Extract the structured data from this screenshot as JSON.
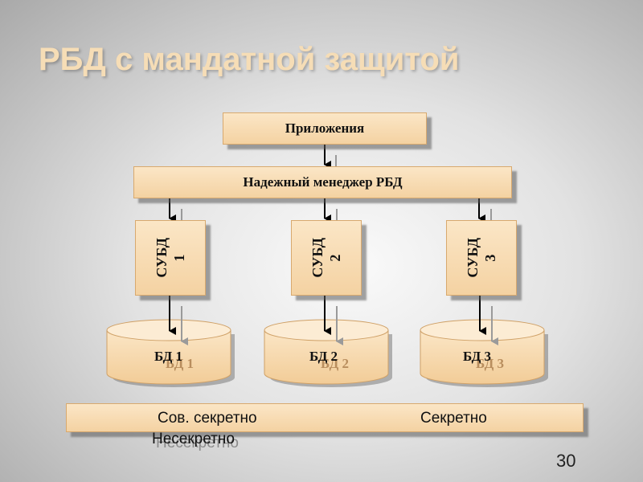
{
  "slide": {
    "title": "РБД с мандатной защитой",
    "page_number": "30"
  },
  "diagram": {
    "applications": "Приложения",
    "manager": "Надежный менеджер РБД",
    "dbms": [
      {
        "line1": "СУБД",
        "line2": "1"
      },
      {
        "line1": "СУБД",
        "line2": "2"
      },
      {
        "line1": "СУБД",
        "line2": "3"
      }
    ],
    "databases": [
      "БД 1",
      "БД 2",
      "БД 3"
    ],
    "levels": {
      "top_secret": "Сов. секретно",
      "secret": "Секретно",
      "unclassified": "Несекретно"
    }
  },
  "colors": {
    "box_fill": "#f4d2a2",
    "box_border": "#d8a96e",
    "title": "#f6ddb6",
    "arrow_black": "#000000",
    "arrow_gray": "#9a9a9a"
  }
}
